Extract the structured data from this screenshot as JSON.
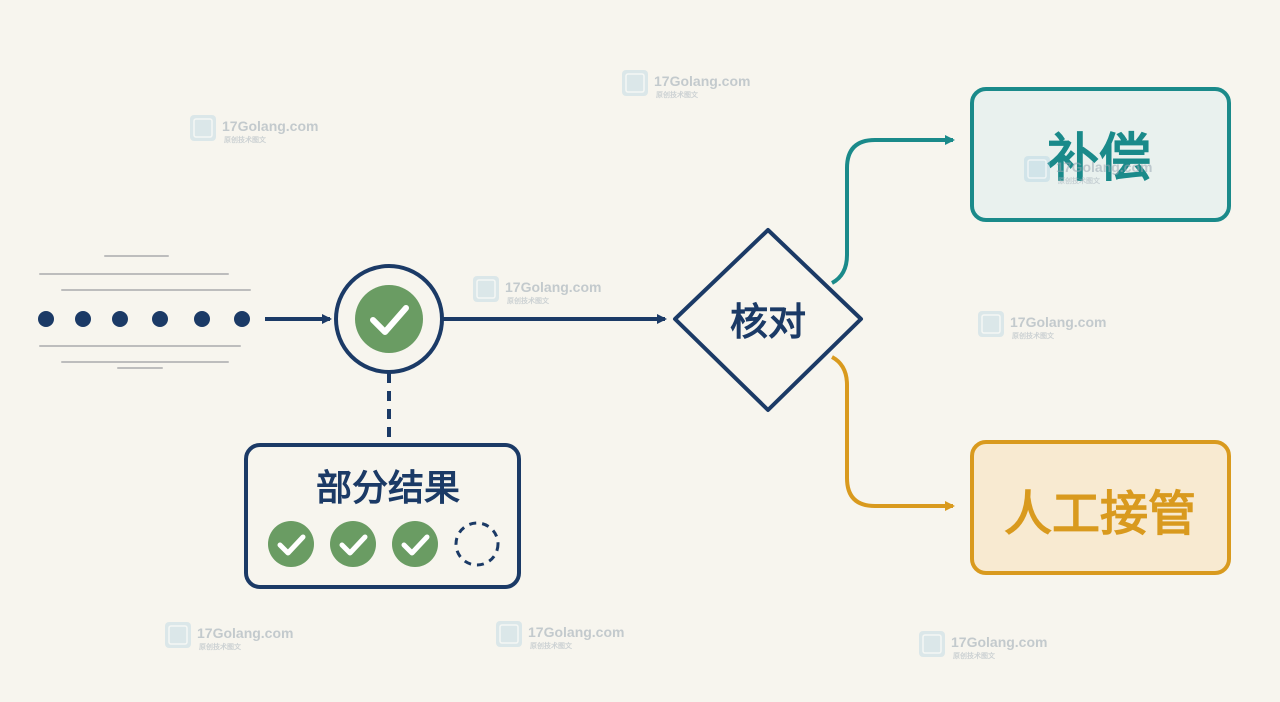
{
  "diagram": {
    "partial_result_label": "部分结果",
    "verify_label": "核对",
    "compensate_label": "补偿",
    "manual_takeover_label": "人工接管",
    "partial_progress": {
      "done": 3,
      "total": 4
    }
  },
  "watermark": {
    "text": "17Golang.com",
    "subtext": "原创技术图文"
  },
  "colors": {
    "navy": "#1b3a66",
    "check_green": "#6a9c63",
    "teal": "#1a8a8a",
    "amber": "#d99a1e",
    "compensate_fill": "#e9f1ee",
    "takeover_fill": "#f8ead1",
    "background": "#f7f5ee"
  }
}
